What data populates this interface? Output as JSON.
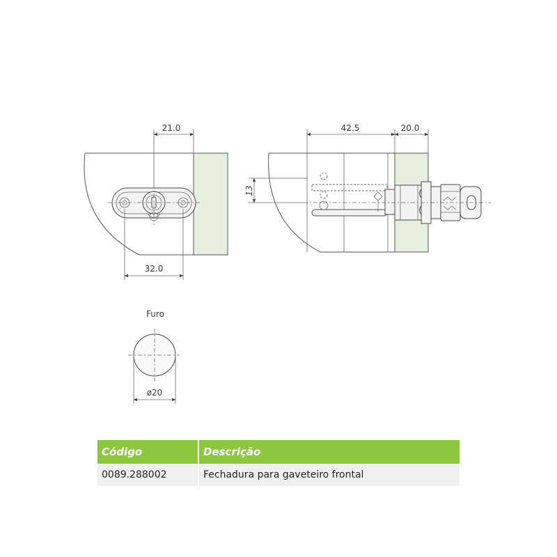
{
  "dimensions": {
    "front_width": "21.0",
    "hole_spacing": "32.0",
    "side_depth": "42.5",
    "side_key": "20.0",
    "side_offset": "13",
    "hole_diameter": "ø20"
  },
  "labels": {
    "hole_title": "Furo"
  },
  "table": {
    "headers": {
      "code": "Código",
      "description": "Descrição"
    },
    "rows": [
      {
        "code": "0089.288002",
        "description": "Fechadura para gaveteiro frontal"
      }
    ]
  },
  "colors": {
    "header_green": "#8dc63f",
    "panel_green": "#e6eedf",
    "row_gray": "#f0f0f0"
  }
}
